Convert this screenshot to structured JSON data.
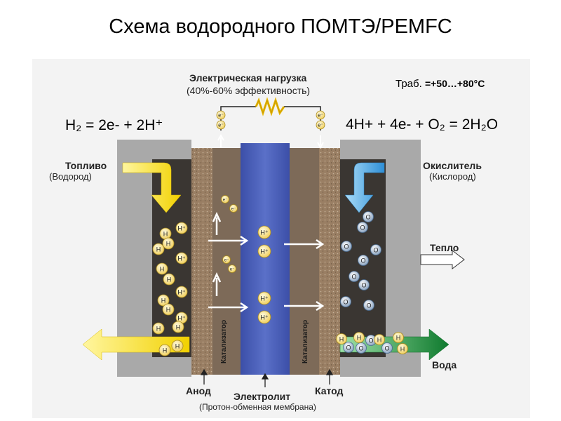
{
  "title": "Схема водородного ПОМТЭ/PEMFC",
  "load": {
    "label": "Электрическая нагрузка",
    "efficiency": "(40%-60% эффективность)"
  },
  "temperature": {
    "prefix": "Траб.",
    "value": "=+50…+80°C"
  },
  "equations": {
    "anode": "H₂ = 2e- + 2H⁺",
    "cathode": "4H+ + 4e- + O₂ = 2H₂O"
  },
  "fuel": {
    "label": "Топливо",
    "sub": "(Водород)"
  },
  "oxidant": {
    "label": "Окислитель",
    "sub": "(Кислород)"
  },
  "heat": "Тепло",
  "water": "Вода",
  "anode": "Анод",
  "cathode": "Катод",
  "electrolyte": "Электролит",
  "membrane": "(Протон-обменная мембрана)",
  "catalyst": "Катализатор",
  "particles": {
    "electron": "e⁻",
    "proton": "H⁺",
    "hydrogen": "H",
    "oxygen": "O"
  },
  "colors": {
    "electrolyte": "#4a5fb5",
    "catalyst": "#9a7f64",
    "frame": "#a9a9a9",
    "fuel_arrow": "#f5e33a",
    "oxidant_arrow": "#54a9e3",
    "water_arrow": "#1a8a3a",
    "particle": "#f7e89a"
  }
}
